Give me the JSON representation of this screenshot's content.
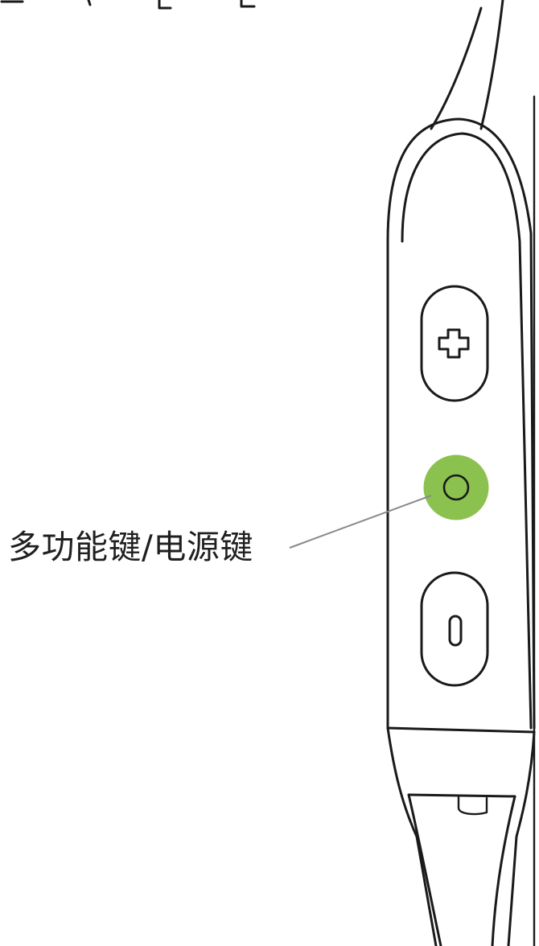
{
  "callout": {
    "label": "多功能键/电源键"
  },
  "colors": {
    "highlight_fill": "#8bc24f",
    "outline": "#1a1a1a",
    "leader_line": "#8a8a8a"
  },
  "buttons": [
    {
      "name": "volume-up-button",
      "icon": "plus-icon"
    },
    {
      "name": "multifunction-power-button",
      "icon": "circle-icon",
      "highlighted": true
    },
    {
      "name": "volume-down-button",
      "icon": "minus-icon"
    }
  ]
}
